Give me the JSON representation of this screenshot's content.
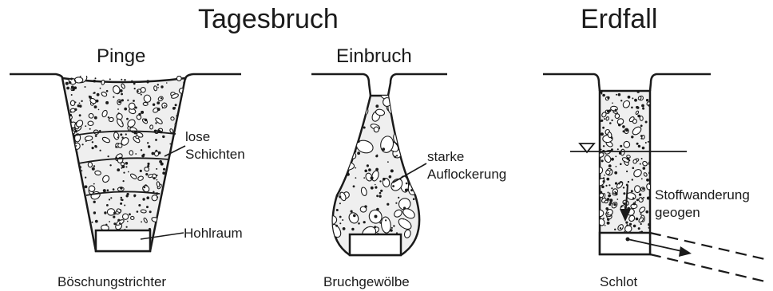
{
  "titles": {
    "tagesbruch": "Tagesbruch",
    "erdfall": "Erdfall"
  },
  "panels": [
    {
      "heading": "Pinge",
      "annotations": [
        "lose",
        "Schichten",
        "Hohlraum"
      ],
      "caption": "Böschungstrichter"
    },
    {
      "heading": "Einbruch",
      "annotations": [
        "starke",
        "Auflockerung"
      ],
      "caption": "Bruchgewölbe"
    },
    {
      "heading": "",
      "annotations": [
        "Stoffwanderung",
        "geogen"
      ],
      "caption": "Schlot"
    }
  ],
  "water_level_symbol": "▽",
  "colors": {
    "ink": "#1a1a1a",
    "fill": "#efefef",
    "stone": "#ffffff"
  }
}
